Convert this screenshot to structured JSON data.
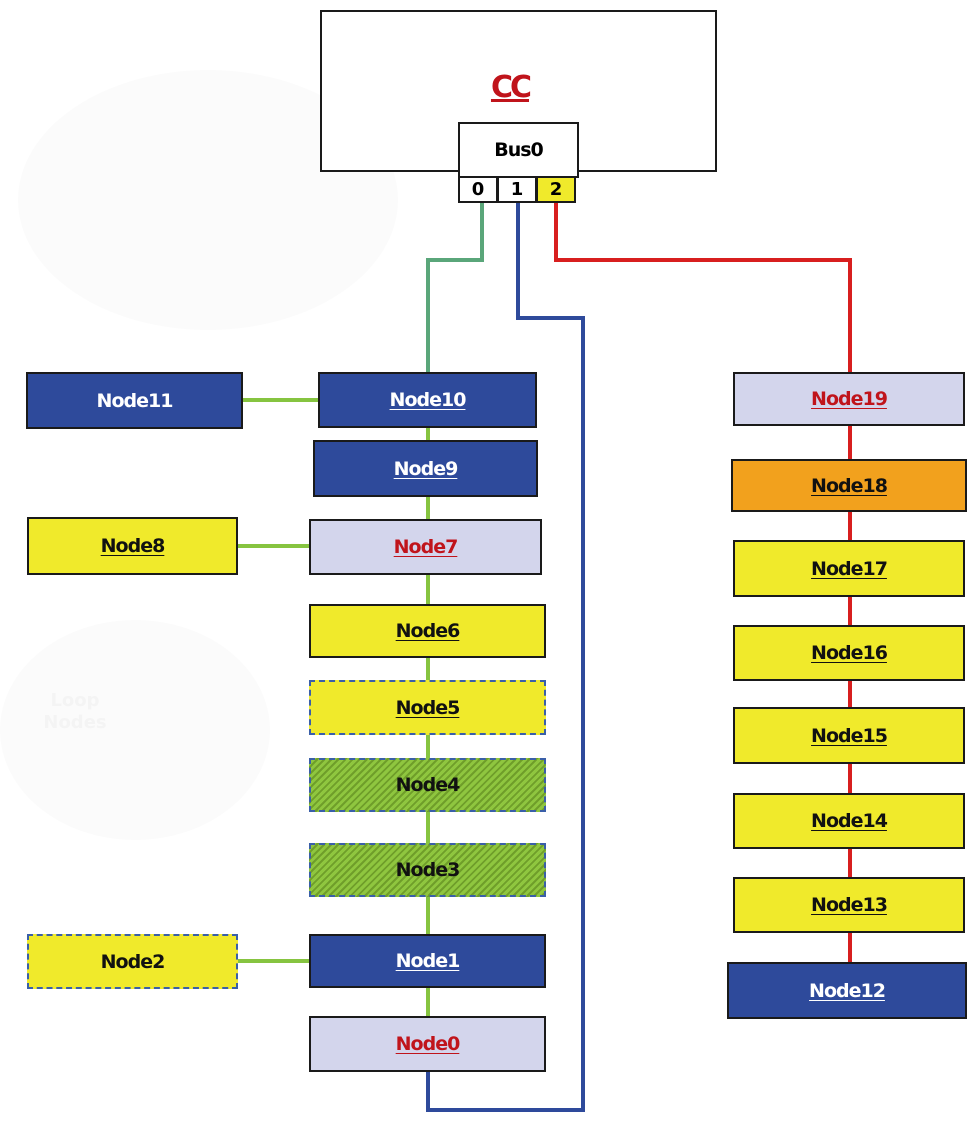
{
  "title": "CC",
  "bus": {
    "label": "Bus0",
    "ports": [
      "0",
      "1",
      "2"
    ]
  },
  "background_label": "Loop Nodes",
  "nodes": [
    {
      "id": "n0",
      "label": "Node0",
      "fill": "lavender"
    },
    {
      "id": "n1",
      "label": "Node1",
      "fill": "blue"
    },
    {
      "id": "n2",
      "label": "Node2",
      "fill": "yellow",
      "border": "dashed"
    },
    {
      "id": "n3",
      "label": "Node3",
      "fill": "green-hatched",
      "border": "dashed"
    },
    {
      "id": "n4",
      "label": "Node4",
      "fill": "green-hatched",
      "border": "dashed"
    },
    {
      "id": "n5",
      "label": "Node5",
      "fill": "yellow",
      "border": "dashed"
    },
    {
      "id": "n6",
      "label": "Node6",
      "fill": "yellow"
    },
    {
      "id": "n7",
      "label": "Node7",
      "fill": "lavender"
    },
    {
      "id": "n8",
      "label": "Node8",
      "fill": "yellow"
    },
    {
      "id": "n9",
      "label": "Node9",
      "fill": "blue"
    },
    {
      "id": "n10",
      "label": "Node10",
      "fill": "blue"
    },
    {
      "id": "n11",
      "label": "Node11",
      "fill": "blue"
    },
    {
      "id": "n12",
      "label": "Node12",
      "fill": "blue"
    },
    {
      "id": "n13",
      "label": "Node13",
      "fill": "yellow"
    },
    {
      "id": "n14",
      "label": "Node14",
      "fill": "yellow"
    },
    {
      "id": "n15",
      "label": "Node15",
      "fill": "yellow"
    },
    {
      "id": "n16",
      "label": "Node16",
      "fill": "yellow"
    },
    {
      "id": "n17",
      "label": "Node17",
      "fill": "yellow"
    },
    {
      "id": "n18",
      "label": "Node18",
      "fill": "orange"
    },
    {
      "id": "n19",
      "label": "Node19",
      "fill": "lavender"
    }
  ],
  "colors": {
    "blue": "#2e4a9b",
    "lavender": "#d3d5ec",
    "yellow": "#f0ea2b",
    "orange": "#f2a11d",
    "green": "#8fc63f",
    "title_red": "#c0141b",
    "bus0_link": "#5aa67a",
    "bus1_link": "#2e4a9b",
    "bus2_link": "#d81f1f",
    "node_link": "#86c440"
  }
}
